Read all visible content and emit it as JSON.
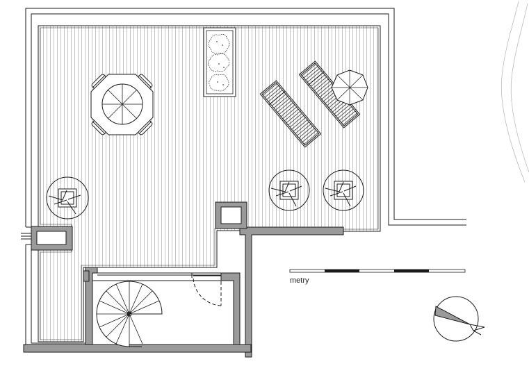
{
  "scale_bar": {
    "label": "metry"
  },
  "colors": {
    "wall": "#9a9a9a",
    "line": "#1a1a1a",
    "deck": "#9c9c9c",
    "background": "#ffffff"
  },
  "symbols": [
    "dining-table-with-chairs",
    "planter-with-shrubs",
    "sun-lounger",
    "parasol",
    "potted-tree",
    "spiral-staircase",
    "door-swing",
    "north-arrow",
    "scale-bar"
  ]
}
